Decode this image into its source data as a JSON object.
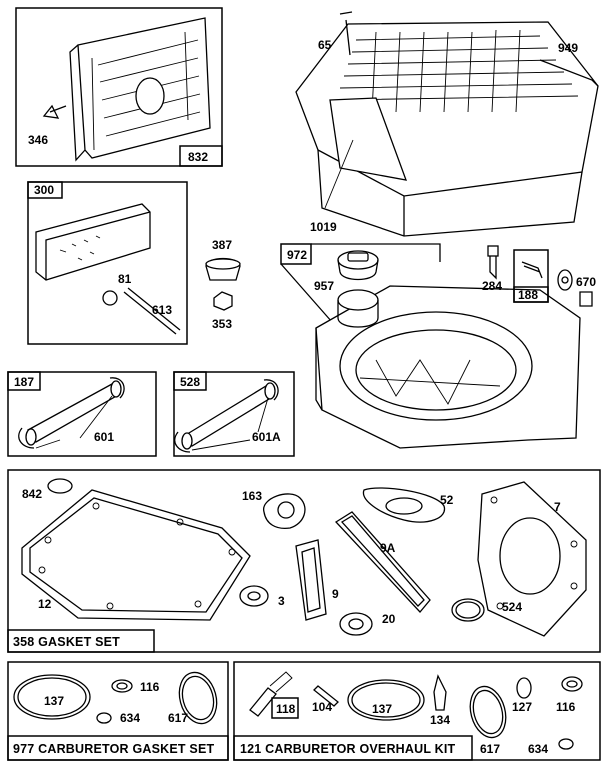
{
  "labels": {
    "p65": "65",
    "p949": "949",
    "p832": "832",
    "p346": "346",
    "p1019": "1019",
    "p300": "300",
    "p81": "81",
    "p613": "613",
    "p387": "387",
    "p353": "353",
    "p972": "972",
    "p957": "957",
    "p284": "284",
    "p188": "188",
    "p670": "670",
    "p187": "187",
    "p601": "601",
    "p528": "528",
    "p601A": "601A",
    "p842": "842",
    "p163": "163",
    "p52": "52",
    "p7": "7",
    "p9A": "9A",
    "p12": "12",
    "p9": "9",
    "p3": "3",
    "p20": "20",
    "p524": "524",
    "p137a": "137",
    "p116a": "116",
    "p634a": "634",
    "p617a": "617",
    "p118": "118",
    "p104": "104",
    "p137b": "137",
    "p134": "134",
    "p127": "127",
    "p116b": "116",
    "p617b": "617",
    "p634b": "634"
  },
  "kits": {
    "gasket_set": "358 GASKET SET",
    "carb_gasket_set": "977 CARBURETOR GASKET SET",
    "carb_overhaul_kit": "121 CARBURETOR OVERHAUL KIT"
  }
}
